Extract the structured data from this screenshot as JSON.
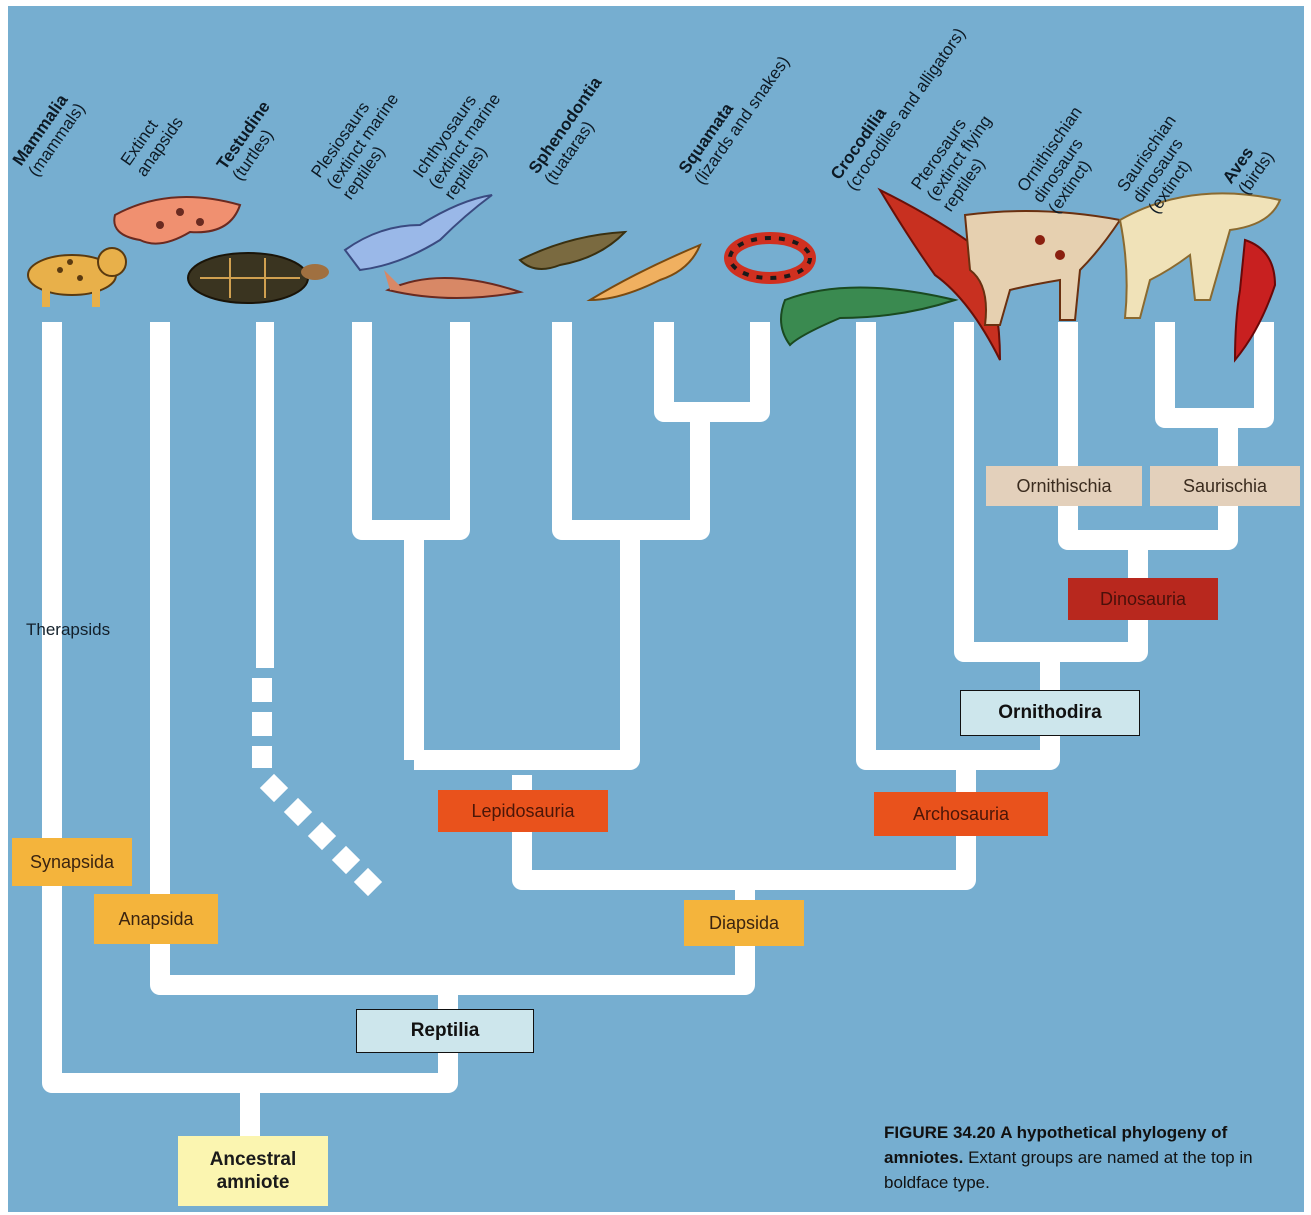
{
  "taxa": [
    {
      "bold": "Mammalia",
      "common": "(mammals)"
    },
    {
      "bold": "",
      "common": "Extinct anapsids"
    },
    {
      "bold": "Testudine",
      "common": "(turtles)"
    },
    {
      "bold": "",
      "common": "Plesiosaurs (extinct marine reptiles)"
    },
    {
      "bold": "",
      "common": "Ichthyosaurs (extinct marine reptiles)"
    },
    {
      "bold": "Sphenodontia",
      "common": "(tuataras)"
    },
    {
      "bold": "Squamata",
      "common": "(lizards and snakes)"
    },
    {
      "bold": "Crocodilia",
      "common": "(crocodiles and alligators)"
    },
    {
      "bold": "",
      "common": "Pterosaurs (extinct flying reptiles)"
    },
    {
      "bold": "",
      "common": "Ornithischian dinosaurs (extinct)"
    },
    {
      "bold": "",
      "common": "Saurischian dinosaurs (extinct)"
    },
    {
      "bold": "Aves",
      "common": "(birds)"
    }
  ],
  "clades": {
    "synapsida": "Synapsida",
    "anapsida": "Anapsida",
    "diapsida": "Diapsida",
    "lepidosauria": "Lepidosauria",
    "archosauria": "Archosauria",
    "ornithodira": "Ornithodira",
    "dinosauria": "Dinosauria",
    "ornithischia": "Ornithischia",
    "saurischia": "Saurischia",
    "reptilia": "Reptilia",
    "ancestral_line1": "Ancestral",
    "ancestral_line2": "amniote"
  },
  "therapsids": "Therapsids",
  "caption": {
    "figure": "FIGURE 34.20",
    "title": "A hypothetical phylogeny of amniotes.",
    "text": "Extant groups are named at the top in boldface type."
  },
  "colors": {
    "background": "#76aed0",
    "branch": "#ffffff",
    "gold_label": "#f4b43c",
    "orange_label": "#e9521c",
    "dinosauria_label": "#b8281e",
    "tan_label": "#e3d0bb",
    "boxed_label": "#cde6ec",
    "ancestral_label": "#fbf5b0"
  },
  "animal_icons": [
    "bobcat-icon",
    "extinct-anapsid-icon",
    "turtle-icon",
    "plesiosaur-icon",
    "ichthyosaur-icon",
    "tuatara-icon",
    "lizard-icon",
    "snake-icon",
    "crocodile-icon",
    "pterosaur-icon",
    "ornithischian-icon",
    "saurischian-icon",
    "cardinal-icon"
  ]
}
